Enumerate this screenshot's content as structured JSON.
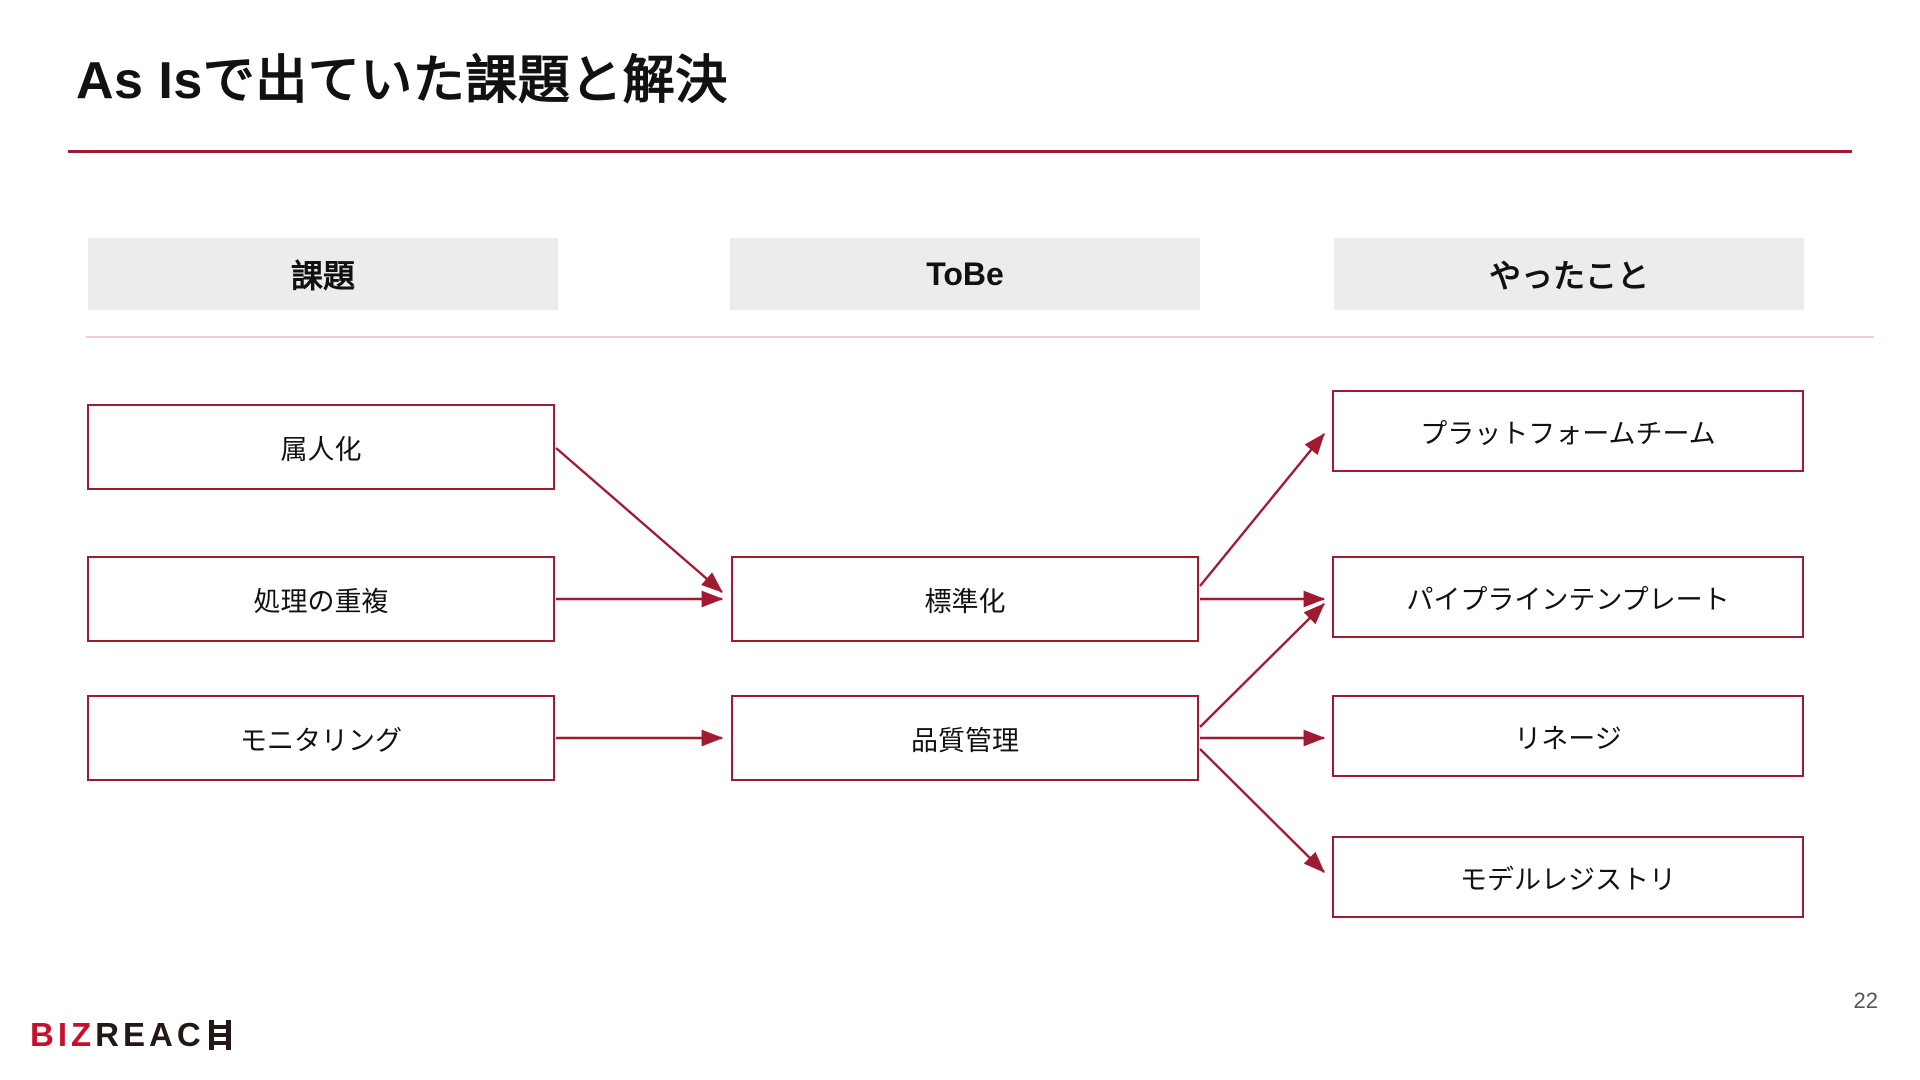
{
  "slide": {
    "title": "As Isで出ていた課題と解決",
    "page_number": "22",
    "accent_color": "#9e1b32",
    "header_band_color": "#ececec",
    "divider_color": "#f2cdd2"
  },
  "columns": {
    "headers": [
      {
        "label": "課題"
      },
      {
        "label": "ToBe"
      },
      {
        "label": "やったこと"
      }
    ]
  },
  "diagram": {
    "type": "flow",
    "issues": [
      {
        "label": "属人化"
      },
      {
        "label": "処理の重複"
      },
      {
        "label": "モニタリング"
      }
    ],
    "tobe": [
      {
        "label": "標準化"
      },
      {
        "label": "品質管理"
      }
    ],
    "done": [
      {
        "label": "プラットフォームチーム"
      },
      {
        "label": "パイプラインテンプレート"
      },
      {
        "label": "リネージ"
      },
      {
        "label": "モデルレジストリ"
      }
    ],
    "connections": [
      {
        "from": "属人化",
        "to": "標準化"
      },
      {
        "from": "処理の重複",
        "to": "標準化"
      },
      {
        "from": "モニタリング",
        "to": "品質管理"
      },
      {
        "from": "標準化",
        "to": "プラットフォームチーム"
      },
      {
        "from": "標準化",
        "to": "パイプラインテンプレート"
      },
      {
        "from": "品質管理",
        "to": "パイプラインテンプレート"
      },
      {
        "from": "品質管理",
        "to": "リネージ"
      },
      {
        "from": "品質管理",
        "to": "モデルレジストリ"
      }
    ]
  },
  "footer": {
    "logo_primary": "BIZ",
    "logo_secondary": "REAC"
  }
}
